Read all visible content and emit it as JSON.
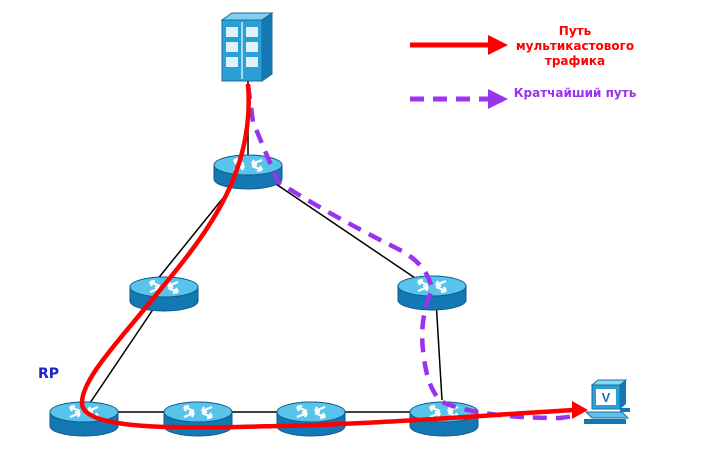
{
  "colors": {
    "multicast": "#ff0000",
    "shortest": "#9933ee",
    "rp_label": "#1a22cc",
    "router_top": "#58c4ec",
    "router_side": "#1478b4",
    "router_mark": "#ffffff",
    "server_blue": "#2aa0d6",
    "link": "#000000"
  },
  "legend": {
    "multicast_label": "Путь мультикастового трафика",
    "shortest_label": "Кратчайший путь"
  },
  "rp_label": "RP",
  "icons": {
    "source": "multicast-source-server-icon",
    "receiver": "receiver-workstation-icon",
    "router": "router-icon"
  }
}
